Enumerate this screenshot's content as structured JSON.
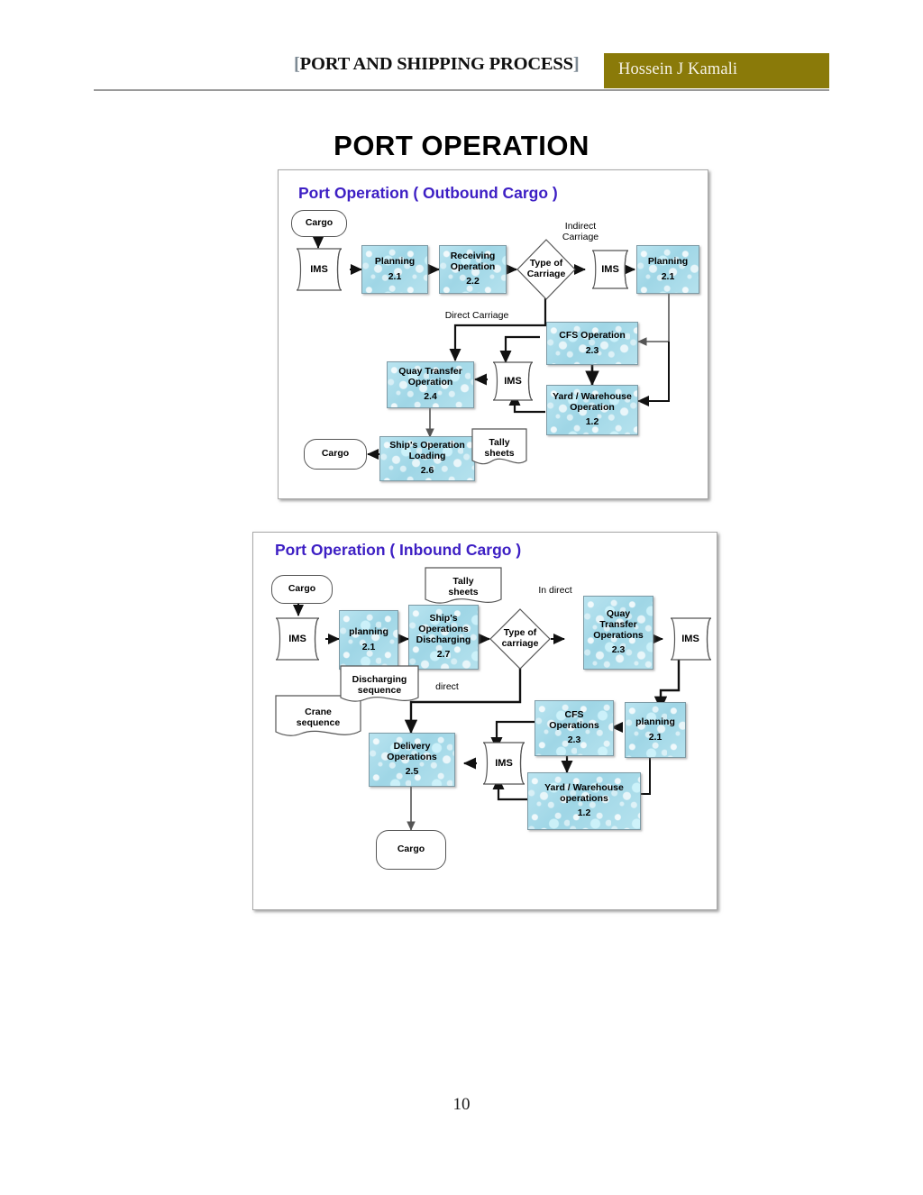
{
  "header": {
    "title_open": "[",
    "title": "PORT AND SHIPPING PROCESS",
    "title_close": "]",
    "author": "Hossein J Kamali",
    "band_color": "#8a7a09"
  },
  "document": {
    "main_title": "PORT OPERATION",
    "page_number": "10"
  },
  "diagrams": [
    {
      "id": "outbound",
      "title": "Port Operation ( Outbound Cargo )",
      "title_color": "#3d1fc4",
      "nodes": [
        {
          "name": "cargo-in",
          "shape": "terminator",
          "label": "Cargo"
        },
        {
          "name": "ims-1",
          "shape": "datastore",
          "label": "IMS"
        },
        {
          "name": "planning-21",
          "shape": "process",
          "label": "Planning",
          "number": "2.1"
        },
        {
          "name": "receiving-operation",
          "shape": "process",
          "label": "Receiving\nOperation",
          "number": "2.2"
        },
        {
          "name": "type-of-carriage",
          "shape": "decision",
          "label": "Type of\nCarriage"
        },
        {
          "name": "ims-2",
          "shape": "datastore",
          "label": "IMS"
        },
        {
          "name": "planning-21-right",
          "shape": "process",
          "label": "Planning",
          "number": "2.1"
        },
        {
          "name": "cfs-operation",
          "shape": "process",
          "label": "CFS Operation",
          "number": "2.3"
        },
        {
          "name": "quay-transfer",
          "shape": "process",
          "label": "Quay Transfer\nOperation",
          "number": "2.4"
        },
        {
          "name": "ims-3",
          "shape": "datastore",
          "label": "IMS"
        },
        {
          "name": "yard-warehouse",
          "shape": "process",
          "label": "Yard / Warehouse\nOperation",
          "number": "1.2"
        },
        {
          "name": "ships-operation",
          "shape": "process",
          "label": "Ship's Operation\nLoading",
          "number": "2.6"
        },
        {
          "name": "tally-sheets",
          "shape": "document",
          "label": "Tally\nsheets"
        },
        {
          "name": "cargo-out",
          "shape": "terminator",
          "label": "Cargo"
        }
      ],
      "edge_labels": [
        {
          "name": "indirect-carriage-label",
          "text": "Indirect\nCarriage"
        },
        {
          "name": "direct-carriage-label",
          "text": "Direct Carriage"
        }
      ]
    },
    {
      "id": "inbound",
      "title": "Port Operation ( Inbound Cargo )",
      "title_color": "#3d1fc4",
      "nodes": [
        {
          "name": "cargo-in",
          "shape": "terminator",
          "label": "Cargo"
        },
        {
          "name": "ims-1",
          "shape": "datastore",
          "label": "IMS"
        },
        {
          "name": "planning-21",
          "shape": "process",
          "label": "planning",
          "number": "2.1"
        },
        {
          "name": "ships-operations",
          "shape": "process",
          "label": "Ship's\nOperations\nDischarging",
          "number": "2.7"
        },
        {
          "name": "tally-sheets",
          "shape": "document",
          "label": "Tally\nsheets"
        },
        {
          "name": "type-of-carriage",
          "shape": "decision",
          "label": "Type of\ncarriage"
        },
        {
          "name": "quay-transfer",
          "shape": "process",
          "label": "Quay\nTransfer\nOperations",
          "number": "2.3"
        },
        {
          "name": "ims-2",
          "shape": "datastore",
          "label": "IMS"
        },
        {
          "name": "planning-21-right",
          "shape": "process",
          "label": "planning",
          "number": "2.1"
        },
        {
          "name": "cfs-operations",
          "shape": "process",
          "label": "CFS\nOperations",
          "number": "2.3"
        },
        {
          "name": "yard-warehouse",
          "shape": "process",
          "label": "Yard / Warehouse\noperations",
          "number": "1.2"
        },
        {
          "name": "ims-3",
          "shape": "datastore",
          "label": "IMS"
        },
        {
          "name": "delivery-operations",
          "shape": "process",
          "label": "Delivery\nOperations",
          "number": "2.5"
        },
        {
          "name": "discharging-sequence",
          "shape": "document",
          "label": "Discharging\nsequence"
        },
        {
          "name": "crane-sequence",
          "shape": "document",
          "label": "Crane\nsequence"
        },
        {
          "name": "cargo-out",
          "shape": "terminator",
          "label": "Cargo"
        }
      ],
      "edge_labels": [
        {
          "name": "indirect-label",
          "text": "In direct"
        },
        {
          "name": "direct-label",
          "text": "direct"
        }
      ]
    }
  ],
  "labels": {
    "d1": {
      "cargo_in": "Cargo",
      "ims1": "IMS",
      "planning_l": "Planning",
      "planning_l_num": "2.1",
      "receiving_1": "Receiving",
      "receiving_2": "Operation",
      "receiving_num": "2.2",
      "decision_1": "Type of",
      "decision_2": "Carriage",
      "indirect_1": "Indirect",
      "indirect_2": "Carriage",
      "ims2": "IMS",
      "planning_r": "Planning",
      "planning_r_num": "2.1",
      "direct": "Direct Carriage",
      "cfs": "CFS Operation",
      "cfs_num": "2.3",
      "quay_1": "Quay Transfer",
      "quay_2": "Operation",
      "quay_num": "2.4",
      "ims3": "IMS",
      "yard_1": "Yard / Warehouse",
      "yard_2": "Operation",
      "yard_num": "1.2",
      "ship_1": "Ship's Operation",
      "ship_2": "Loading",
      "ship_num": "2.6",
      "tally_1": "Tally",
      "tally_2": "sheets",
      "cargo_out": "Cargo"
    },
    "d2": {
      "cargo_in": "Cargo",
      "ims1": "IMS",
      "planning_l": "planning",
      "planning_l_num": "2.1",
      "tally_1": "Tally",
      "tally_2": "sheets",
      "ship_1": "Ship's",
      "ship_2": "Operations",
      "ship_3": "Discharging",
      "ship_num": "2.7",
      "decision_1": "Type of",
      "decision_2": "carriage",
      "indirect": "In direct",
      "quay_1": "Quay",
      "quay_2": "Transfer",
      "quay_3": "Operations",
      "quay_num": "2.3",
      "ims2": "IMS",
      "planning_r": "planning",
      "planning_r_num": "2.1",
      "direct": "direct",
      "cfs_1": "CFS",
      "cfs_2": "Operations",
      "cfs_num": "2.3",
      "ims3": "IMS",
      "yard_1": "Yard / Warehouse",
      "yard_2": "operations",
      "yard_num": "1.2",
      "delivery_1": "Delivery",
      "delivery_2": "Operations",
      "delivery_num": "2.5",
      "discharging_1": "Discharging",
      "discharging_2": "sequence",
      "crane_1": "Crane",
      "crane_2": "sequence",
      "cargo_out": "Cargo"
    }
  }
}
